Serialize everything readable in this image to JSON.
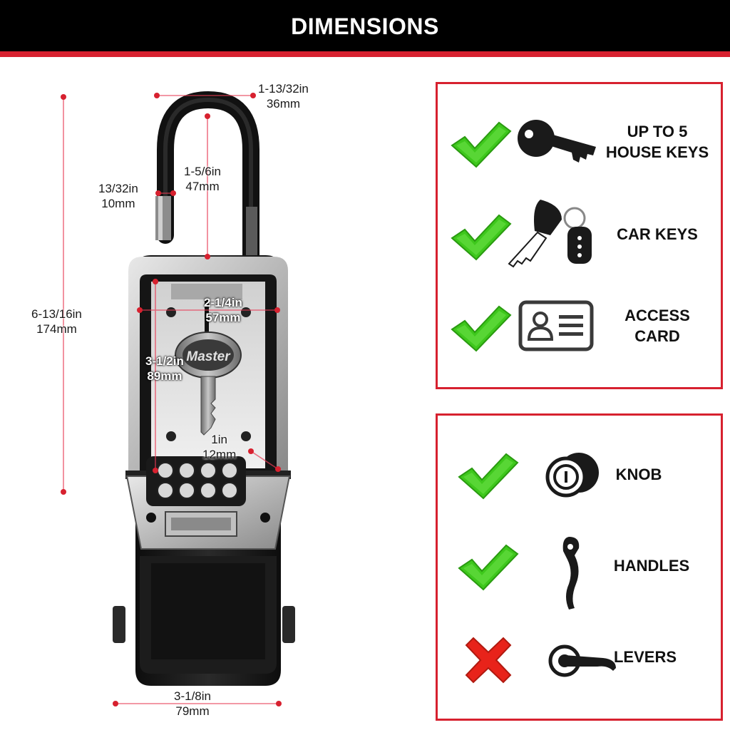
{
  "header": {
    "title": "DIMENSIONS"
  },
  "brand": {
    "key_logo": "Master"
  },
  "colors": {
    "accent_red": "#d7212f",
    "check_green": "#3ec81c",
    "cross_red": "#e8231a",
    "icon_dark": "#1a1a1a"
  },
  "dimensions": {
    "shackle_width": {
      "imperial": "1-13/32in",
      "metric": "36mm"
    },
    "shackle_height": {
      "imperial": "1-5/6in",
      "metric": "47mm"
    },
    "shackle_diameter": {
      "imperial": "13/32in",
      "metric": "10mm"
    },
    "total_height": {
      "imperial": "6-13/16in",
      "metric": "174mm"
    },
    "inner_width": {
      "imperial": "2-1/4in",
      "metric": "57mm"
    },
    "inner_height": {
      "imperial": "3-1/2in",
      "metric": "89mm"
    },
    "inner_depth": {
      "imperial": "1in",
      "metric": "12mm"
    },
    "total_width": {
      "imperial": "3-1/8in",
      "metric": "79mm"
    }
  },
  "capacity_panel": {
    "items": [
      {
        "icon": "house-key-icon",
        "status": "check",
        "label_lines": [
          "UP TO 5",
          "HOUSE KEYS"
        ]
      },
      {
        "icon": "car-key-icon",
        "status": "check",
        "label_lines": [
          "CAR KEYS"
        ]
      },
      {
        "icon": "access-card-icon",
        "status": "check",
        "label_lines": [
          "ACCESS",
          "CARD"
        ]
      }
    ]
  },
  "mounting_panel": {
    "items": [
      {
        "icon": "door-knob-icon",
        "status": "check",
        "label_lines": [
          "KNOB"
        ]
      },
      {
        "icon": "door-handle-icon",
        "status": "check",
        "label_lines": [
          "HANDLES"
        ]
      },
      {
        "icon": "door-lever-icon",
        "status": "cross",
        "label_lines": [
          "LEVERS"
        ]
      }
    ]
  }
}
